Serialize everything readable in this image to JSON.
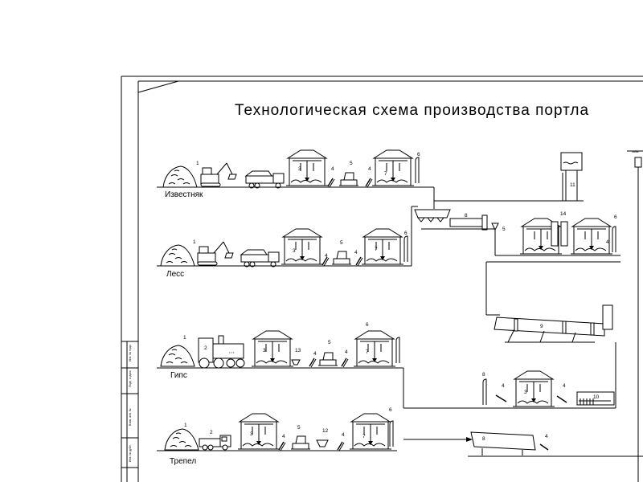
{
  "title": "Технологическая схема производства портла",
  "lines": [
    {
      "label": "Известняк",
      "numbers": [
        "1",
        "3",
        "4",
        "5",
        "4",
        "7",
        "6"
      ]
    },
    {
      "label": "Лесс",
      "numbers": [
        "1",
        "3",
        "4",
        "5",
        "4",
        "7",
        "6"
      ]
    },
    {
      "label": "Гипс",
      "numbers": [
        "1",
        "2",
        "3",
        "13",
        "4",
        "5",
        "4",
        "7",
        "6"
      ]
    },
    {
      "label": "Трепел",
      "numbers": [
        "1",
        "2",
        "3",
        "4",
        "5",
        "12",
        "4",
        "7",
        "6"
      ]
    }
  ],
  "equipment_numbers": [
    "8",
    "5",
    "11",
    "14",
    "6",
    "4",
    "9",
    "8",
    "4",
    "3",
    "4",
    "10",
    "8",
    "4"
  ],
  "corner_label": "Тайм"
}
